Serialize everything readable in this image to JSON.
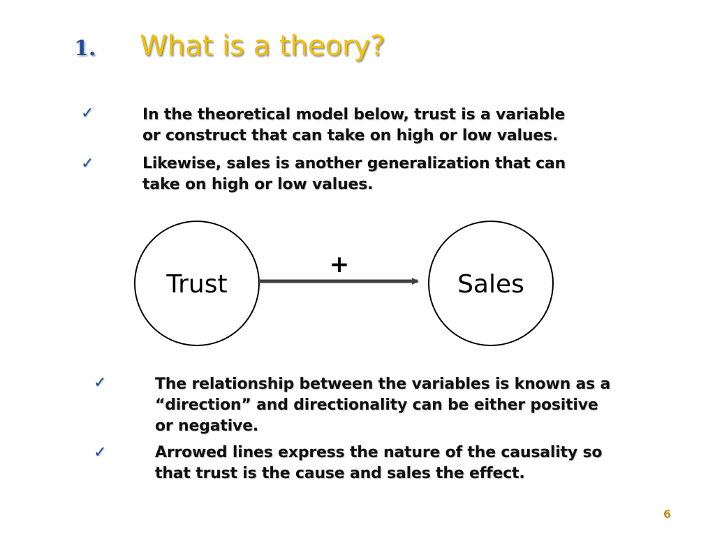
{
  "title": {
    "number": "1.",
    "text": "What is a theory?"
  },
  "bullets_top": [
    {
      "line1": "In the theoretical model below, trust is a variable",
      "line2": "or construct that can take on high or low values."
    },
    {
      "line1": "Likewise, sales is another generalization that can",
      "line2": "take on high or low values."
    }
  ],
  "diagram": {
    "nodes": [
      "Trust",
      "Sales"
    ],
    "edge_sign": "+"
  },
  "bullets_bottom": [
    {
      "line1": "The relationship between the variables is known as a",
      "line2": "“direction” and directionality can be either positive",
      "line3": "or negative."
    },
    {
      "line1": "Arrowed lines express the nature of the causality so",
      "line2": "that trust is the cause and sales the effect."
    }
  ],
  "check_glyph": "✓",
  "page_number": "6",
  "colors": {
    "title": "#f2c200",
    "number": "#1f4e9c",
    "check": "#1f4e9c",
    "arrow": "#404040"
  }
}
